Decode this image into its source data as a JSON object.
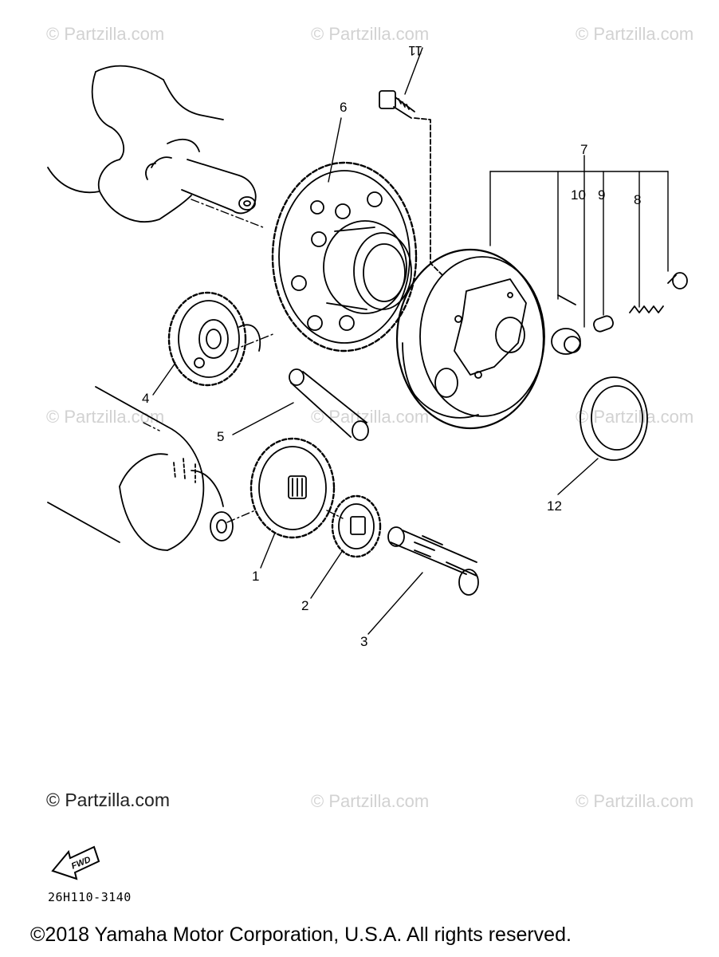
{
  "watermarks": {
    "w1": "© Partzilla.com",
    "w2": "© Partzilla.com",
    "w3": "© Partzilla.com",
    "w4": "© Partzilla.com",
    "w5": "© Partzilla.com",
    "w6": "© Partzilla.com",
    "w7": "© Partzilla.com",
    "w8": "© Partzilla.com",
    "main": "© Partzilla.com"
  },
  "callouts": {
    "c1": "1",
    "c2": "2",
    "c3": "3",
    "c4": "4",
    "c5": "5",
    "c6": "6",
    "c7": "7",
    "c8": "8",
    "c9": "9",
    "c10": "10",
    "c11": "11",
    "c12": "12"
  },
  "fwd_label": "FWD",
  "diagram_code": "26H110-3140",
  "copyright": "©2018  Yamaha Motor Corporation, U.S.A. All rights reserved."
}
